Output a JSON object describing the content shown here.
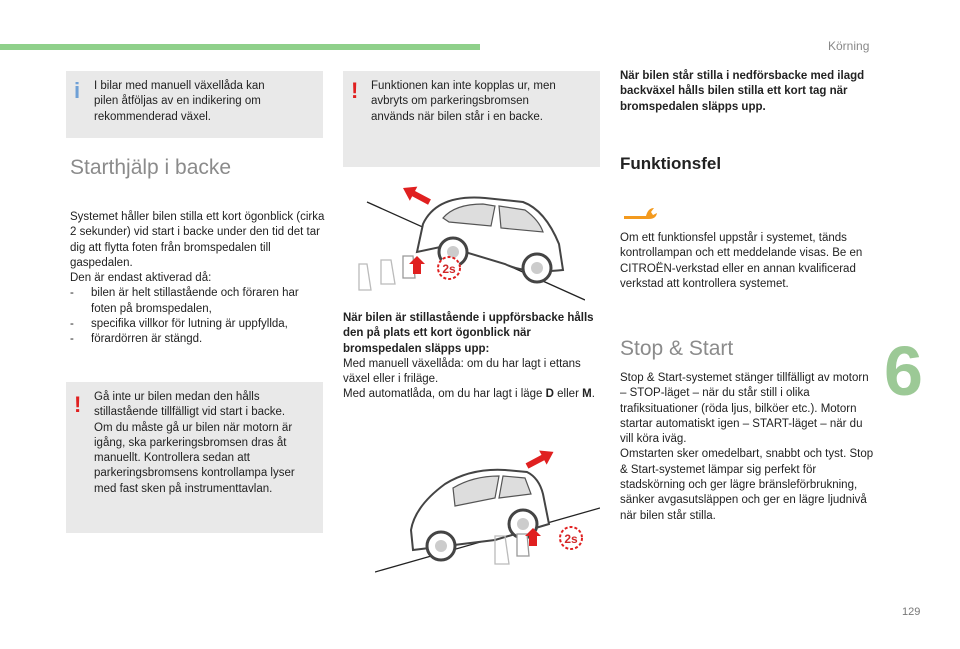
{
  "header": {
    "section": "Körning"
  },
  "chapter": "6",
  "page_number": "129",
  "left": {
    "info_box": "I bilar med manuell växellåda kan pilen åtföljas av en indikering om rekommenderad växel.",
    "title": "Starthjälp i backe",
    "intro": [
      "Systemet håller bilen stilla ett kort ögonblick (cirka 2 sekunder) vid start i backe under den tid det tar dig att flytta foten från bromspedalen till gaspedalen.",
      "Den är endast aktiverad då:"
    ],
    "conditions": [
      "bilen är helt stillastående och föraren har foten på bromspedalen,",
      "specifika villkor för lutning är uppfyllda,",
      "förardörren är stängd."
    ],
    "warning_box": "Gå inte ur bilen medan den hålls stillastående tillfälligt vid start i backe. Om du måste gå ur bilen när motorn är igång, ska parkeringsbromsen dras åt manuellt. Kontrollera sedan att parkeringsbromsens kontrollampa lyser med fast sken på instrumenttavlan."
  },
  "middle": {
    "warning_box": "Funktionen kan inte kopplas ur, men avbryts om parkeringsbromsen används när bilen står i en backe.",
    "illus_badge": "2s",
    "bold_text": "När bilen är stillastående i uppförsbacke hålls den på plats ett kort ögonblick när bromspedalen släpps upp:",
    "manual": "Med manuell växellåda: om du har lagt i ettans växel eller i friläge.",
    "auto_prefix": "Med automatlåda, om du har lagt i läge ",
    "auto_d": "D",
    "auto_mid": " eller ",
    "auto_m": "M",
    "auto_end": "."
  },
  "right": {
    "bold_text": "När bilen står stilla i nedförsbacke med ilagd backväxel hålls bilen stilla ett kort tag när bromspedalen släpps upp.",
    "fault_title": "Funktionsfel",
    "fault_text": "Om ett funktionsfel uppstår i systemet, tänds kontrollampan och ett meddelande visas. Be en CITROËN-verkstad eller en annan kvalificerad verkstad att kontrollera systemet.",
    "ss_title": "Stop & Start",
    "ss_p1": "Stop & Start-systemet stänger tillfälligt av motorn – STOP-läget – när du står still i olika trafiksituationer (röda ljus, bilköer etc.). Motorn startar automatiskt igen – START-läget – när du vill köra iväg.",
    "ss_p2": "Omstarten sker omedelbart, snabbt och tyst. Stop & Start-systemet lämpar sig perfekt för stadskörning och ger lägre bränsleförbrukning, sänker avgasutsläppen och ger en lägre ljudnivå när bilen står stilla."
  },
  "colors": {
    "accent_green": "#8fd08a",
    "warning_red": "#e02020",
    "info_blue": "#6fa0d6",
    "wrench_orange": "#f39a1e"
  }
}
